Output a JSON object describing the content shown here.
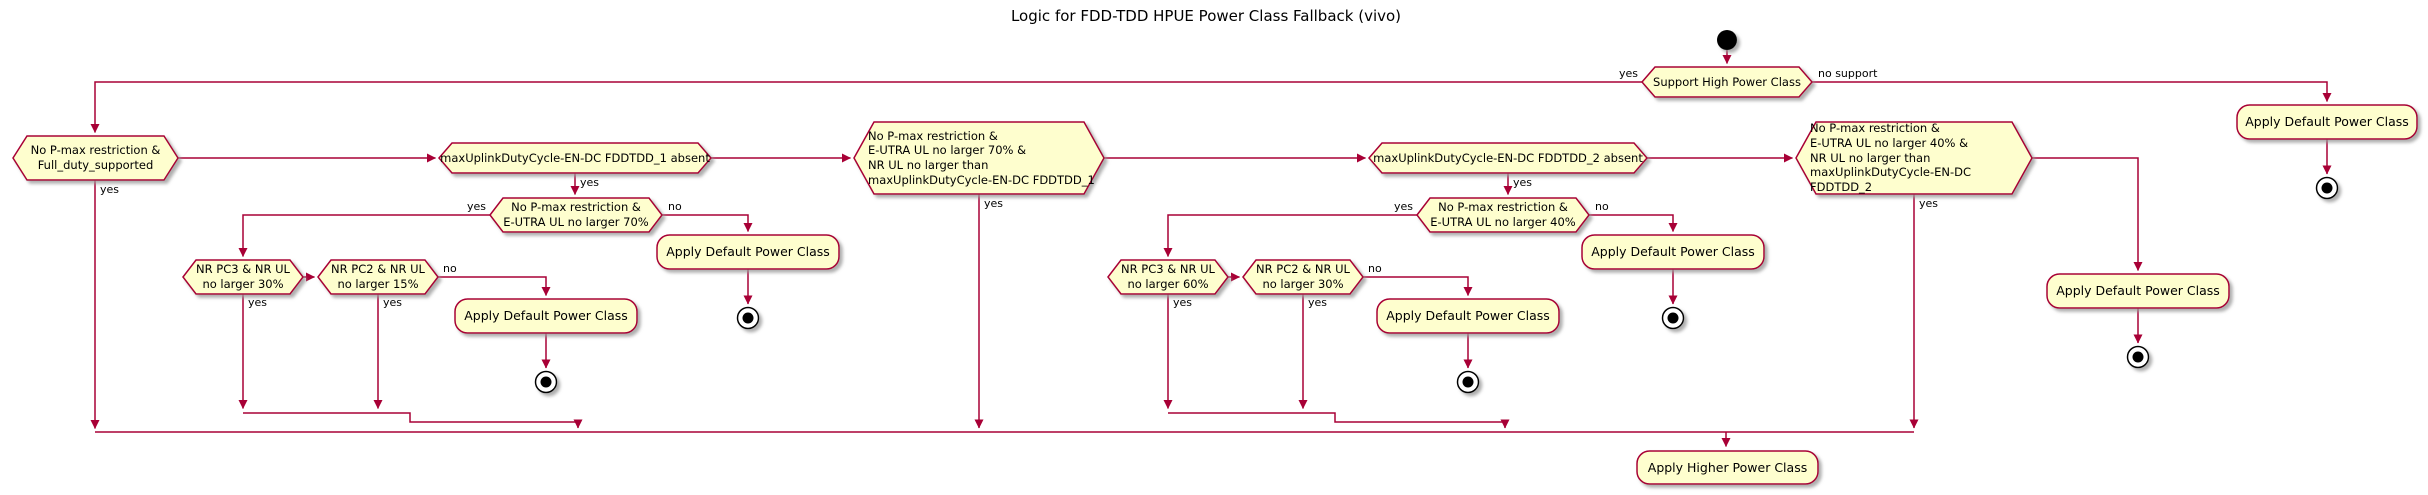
{
  "title": "Logic for FDD-TDD HPUE Power Class Fallback (vivo)",
  "colors": {
    "node_fill": "#FEFECE",
    "node_border": "#A80036",
    "line": "#A80036",
    "text": "#000000"
  },
  "nodes": {
    "support_hpc": {
      "label": "Support High Power Class"
    },
    "no_pmax_full_duty": {
      "label": "No P-max restriction &\nFull_duty_supported"
    },
    "fddtdd1_absent": {
      "label": "maxUplinkDutyCycle-EN-DC FDDTDD_1 absent"
    },
    "combo_fddtdd1": {
      "label": "No P-max restriction &\n E-UTRA UL no larger 70% &\n NR UL no larger than\n maxUplinkDutyCycle-EN-DC FDDTDD_1"
    },
    "fddtdd2_absent": {
      "label": "maxUplinkDutyCycle-EN-DC FDDTDD_2 absent"
    },
    "combo_fddtdd2": {
      "label": "No P-max restriction &\n E-UTRA UL no larger 40% &\n NR UL no larger than\n maxUplinkDutyCycle-EN-DC FDDTDD_2"
    },
    "eutra_70": {
      "label": "No P-max restriction &\nE-UTRA UL no larger 70%"
    },
    "eutra_40": {
      "label": "No P-max restriction &\nE-UTRA UL no larger 40%"
    },
    "pc3_30": {
      "label": "NR PC3 & NR UL\nno larger 30%"
    },
    "pc2_15": {
      "label": "NR PC2 & NR UL\nno larger 15%"
    },
    "pc3_60": {
      "label": "NR PC3 & NR UL\nno larger 60%"
    },
    "pc2_30": {
      "label": "NR PC2 & NR UL\nno larger 30%"
    },
    "apply_default": {
      "label": "Apply Default Power Class"
    },
    "apply_higher": {
      "label": "Apply Higher Power Class"
    }
  },
  "edge_labels": {
    "yes": "yes",
    "no": "no",
    "no_support": "no support"
  }
}
